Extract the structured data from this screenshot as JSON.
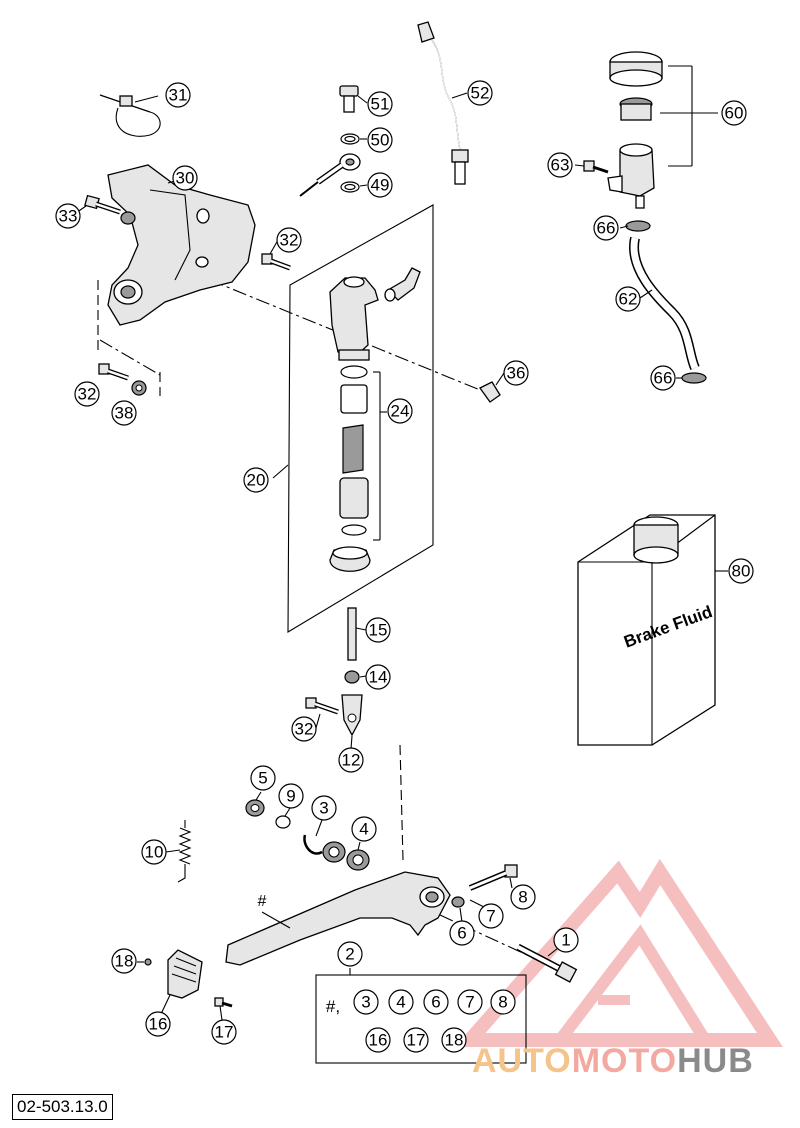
{
  "diagram": {
    "reference_code": "02-503.13.0",
    "container_label": "Brake Fluid",
    "kit_prefix": "#,",
    "hash_mark": "#",
    "callouts": {
      "c1": "1",
      "c2": "2",
      "c3": "3",
      "c4": "4",
      "c5": "5",
      "c6": "6",
      "c7": "7",
      "c8": "8",
      "c9": "9",
      "c10": "10",
      "c12": "12",
      "c14": "14",
      "c15": "15",
      "c16": "16",
      "c17": "17",
      "c18": "18",
      "c20": "20",
      "c24": "24",
      "c30": "30",
      "c31": "31",
      "c32a": "32",
      "c32b": "32",
      "c32c": "32",
      "c33": "33",
      "c36": "36",
      "c38": "38",
      "c49": "49",
      "c50": "50",
      "c51": "51",
      "c52": "52",
      "c60": "60",
      "c62": "62",
      "c63": "63",
      "c66a": "66",
      "c66b": "66",
      "c80": "80"
    },
    "kit_items": {
      "k3": "3",
      "k4": "4",
      "k6": "6",
      "k7": "7",
      "k8": "8",
      "k16": "16",
      "k17": "17",
      "k18": "18"
    }
  },
  "watermark": {
    "part1": "AUTO",
    "part2": "MOTO",
    "part3": "HUB",
    "color_light": "#f4c48a",
    "color_mid": "#f3a9a0",
    "color_dark": "#8a8a8a"
  }
}
